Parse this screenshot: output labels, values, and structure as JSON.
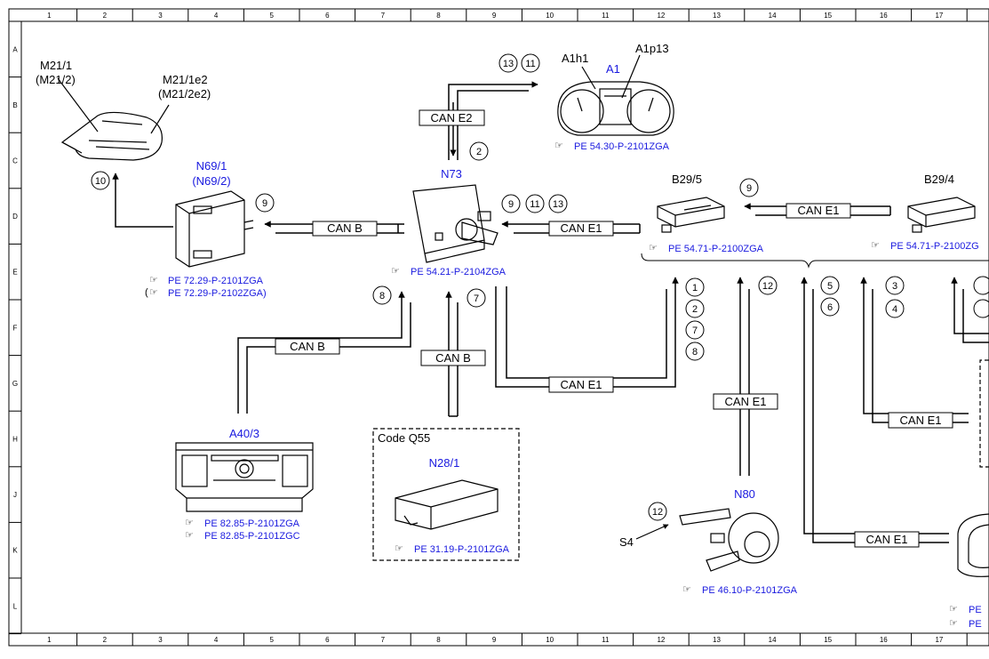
{
  "grid": {
    "columns": [
      "1",
      "2",
      "3",
      "4",
      "5",
      "6",
      "7",
      "8",
      "9",
      "10",
      "11",
      "12",
      "13",
      "14",
      "15",
      "16",
      "17"
    ],
    "rows": [
      "A",
      "B",
      "C",
      "D",
      "E",
      "F",
      "G",
      "H",
      "J",
      "K",
      "L"
    ]
  },
  "components": {
    "mirror": {
      "label1": "M21/1",
      "label2": "(M21/2)",
      "label3": "M21/1e2",
      "label4": "(M21/2e2)"
    },
    "cluster": {
      "sub1": "A1h1",
      "name": "A1",
      "sub2": "A1p13",
      "ref": "PE 54.30-P-2101ZGA"
    },
    "n73": {
      "name": "N73",
      "ref": "PE 54.21-P-2104ZGA"
    },
    "n69": {
      "name": "N69/1",
      "alt": "(N69/2)",
      "ref1": "PE 72.29-P-2101ZGA",
      "ref2": "PE 72.29-P-2102ZGA"
    },
    "b29_5": {
      "name": "B29/5",
      "ref": "PE 54.71-P-2100ZGA"
    },
    "b29_4": {
      "name": "B29/4",
      "ref": "PE 54.71-P-2100ZG"
    },
    "a40": {
      "name": "A40/3",
      "ref1": "PE 82.85-P-2101ZGA",
      "ref2": "PE 82.85-P-2101ZGC"
    },
    "n28": {
      "code": "Code Q55",
      "name": "N28/1",
      "ref": "PE 31.19-P-2101ZGA"
    },
    "n80": {
      "name": "N80",
      "ref": "PE 46.10-P-2101ZGA",
      "switch": "S4"
    },
    "partial": {
      "ref1": "PE",
      "ref2": "PE"
    }
  },
  "buses": {
    "e2": "CAN E2",
    "b_n69": "CAN B",
    "e1_n73": "CAN E1",
    "e1_b29": "CAN E1",
    "b_a40": "CAN B",
    "b_n28": "CAN B",
    "e1_bottom": "CAN E1",
    "e1_n80": "CAN E1",
    "e1_right": "CAN E1",
    "e1_lower": "CAN E1"
  },
  "callouts": {
    "c13a": "13",
    "c11a": "11",
    "c2": "2",
    "c9a": "9",
    "c11b": "11",
    "c13b": "13",
    "c9b": "9",
    "c9c": "9",
    "c10": "10",
    "c8": "8",
    "c7": "7",
    "c1": "1",
    "c2b": "2",
    "c7b": "7",
    "c8b": "8",
    "c12": "12",
    "c5": "5",
    "c6": "6",
    "c3": "3",
    "c4": "4",
    "c12b": "12"
  }
}
